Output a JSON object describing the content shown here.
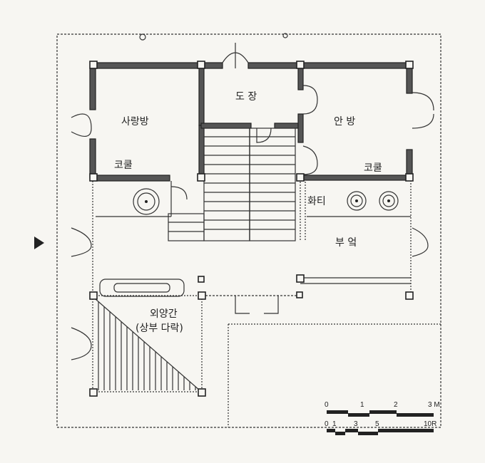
{
  "rooms": {
    "sarangbang": "사랑방",
    "dojang": "도 장",
    "anbang": "안 방",
    "kotul_left": "코쿨",
    "kotul_right": "코쿨",
    "hwati": "화티",
    "bueok": "부 엌",
    "oeyanggan": "외양간",
    "oeyanggan_sub": "(상부 다락)"
  },
  "scale": {
    "metric_ticks": [
      "0",
      "1",
      "2",
      "3 M"
    ],
    "ja_ticks": [
      "0",
      "1",
      "3",
      "5",
      "10R"
    ]
  },
  "colors": {
    "ink": "#222222",
    "wall": "#555555",
    "paper": "#f7f6f2"
  }
}
